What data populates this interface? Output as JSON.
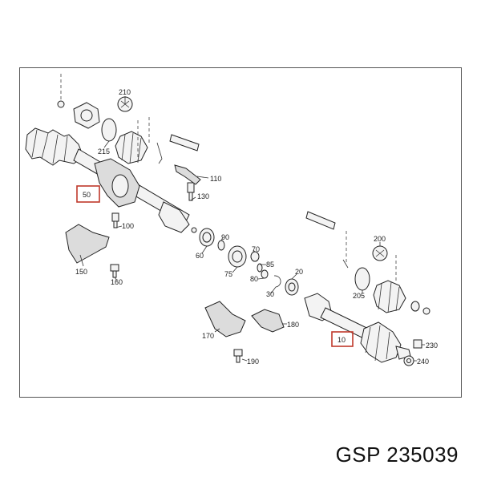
{
  "diagram": {
    "labels": [
      {
        "id": "p210",
        "text": "210",
        "highlight": false
      },
      {
        "id": "p215",
        "text": "215",
        "highlight": false
      },
      {
        "id": "p110",
        "text": "110",
        "highlight": false
      },
      {
        "id": "p130",
        "text": "130",
        "highlight": false
      },
      {
        "id": "p50",
        "text": "50",
        "highlight": true
      },
      {
        "id": "p100",
        "text": "100",
        "highlight": false
      },
      {
        "id": "p90",
        "text": "90",
        "highlight": false
      },
      {
        "id": "p60",
        "text": "60",
        "highlight": false
      },
      {
        "id": "p70",
        "text": "70",
        "highlight": false
      },
      {
        "id": "p85",
        "text": "85",
        "highlight": false
      },
      {
        "id": "p75",
        "text": "75",
        "highlight": false
      },
      {
        "id": "p80",
        "text": "80",
        "highlight": false
      },
      {
        "id": "p20",
        "text": "20",
        "highlight": false
      },
      {
        "id": "p30",
        "text": "30",
        "highlight": false
      },
      {
        "id": "p150",
        "text": "150",
        "highlight": false
      },
      {
        "id": "p160",
        "text": "160",
        "highlight": false
      },
      {
        "id": "p200",
        "text": "200",
        "highlight": false
      },
      {
        "id": "p205",
        "text": "205",
        "highlight": false
      },
      {
        "id": "p170",
        "text": "170",
        "highlight": false
      },
      {
        "id": "p180",
        "text": "180",
        "highlight": false
      },
      {
        "id": "p190",
        "text": "190",
        "highlight": false
      },
      {
        "id": "p10",
        "text": "10",
        "highlight": true
      },
      {
        "id": "p230",
        "text": "230",
        "highlight": false
      },
      {
        "id": "p240",
        "text": "240",
        "highlight": false
      }
    ],
    "highlight_color": "#c0392b"
  },
  "caption": "GSP 235039"
}
